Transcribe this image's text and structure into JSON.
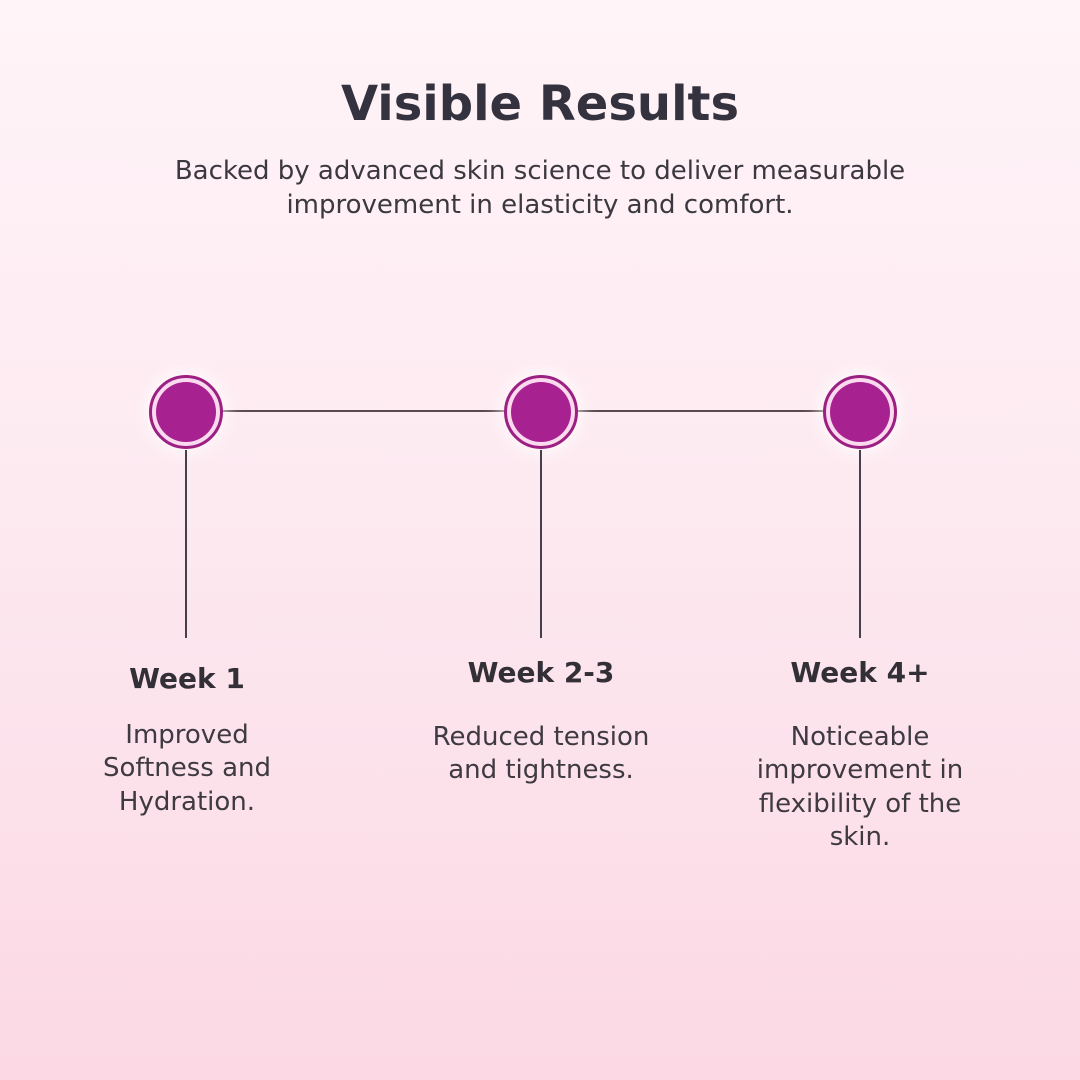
{
  "header": {
    "title": "Visible Results",
    "subtitle": "Backed by advanced skin science to deliver measurable improvement in elasticity and comfort."
  },
  "timeline": {
    "milestones": [
      {
        "label": "Week 1",
        "description": "Improved Softness and Hydration."
      },
      {
        "label": "Week 2-3",
        "description": "Reduced tension and tightness."
      },
      {
        "label": "Week 4+",
        "description": "Noticeable improvement in flexibility of the skin."
      }
    ]
  },
  "colors": {
    "background_top": "#FFF4F8",
    "background_bottom": "#FBD8E4",
    "dot_fill": "#A72290",
    "dot_border": "#9C2082",
    "dot_ring": "#FBD9EF",
    "connector_line": "#5A4A52",
    "stem_line": "#47404A",
    "title_text": "#34323E",
    "body_text": "#3B393F"
  }
}
